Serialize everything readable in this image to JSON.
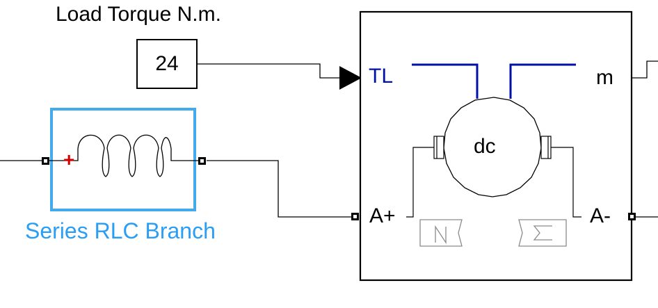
{
  "load_torque": {
    "label": "Load Torque N.m.",
    "value": "24"
  },
  "rlc_branch": {
    "name": "Series RLC Branch",
    "plus_sign": "+"
  },
  "dc_machine": {
    "symbol": "dc",
    "ports": {
      "tl": "TL",
      "m": "m",
      "a_plus": "A+",
      "a_minus": "A-"
    }
  },
  "colors": {
    "selected_block": "#44aaee",
    "blue_port": "#0010a8",
    "wire": "#000000"
  },
  "icons": [
    "inductor-coil-icon",
    "dc-motor-icon",
    "north-pole-icon",
    "south-pole-icon",
    "signal-arrow-icon"
  ]
}
